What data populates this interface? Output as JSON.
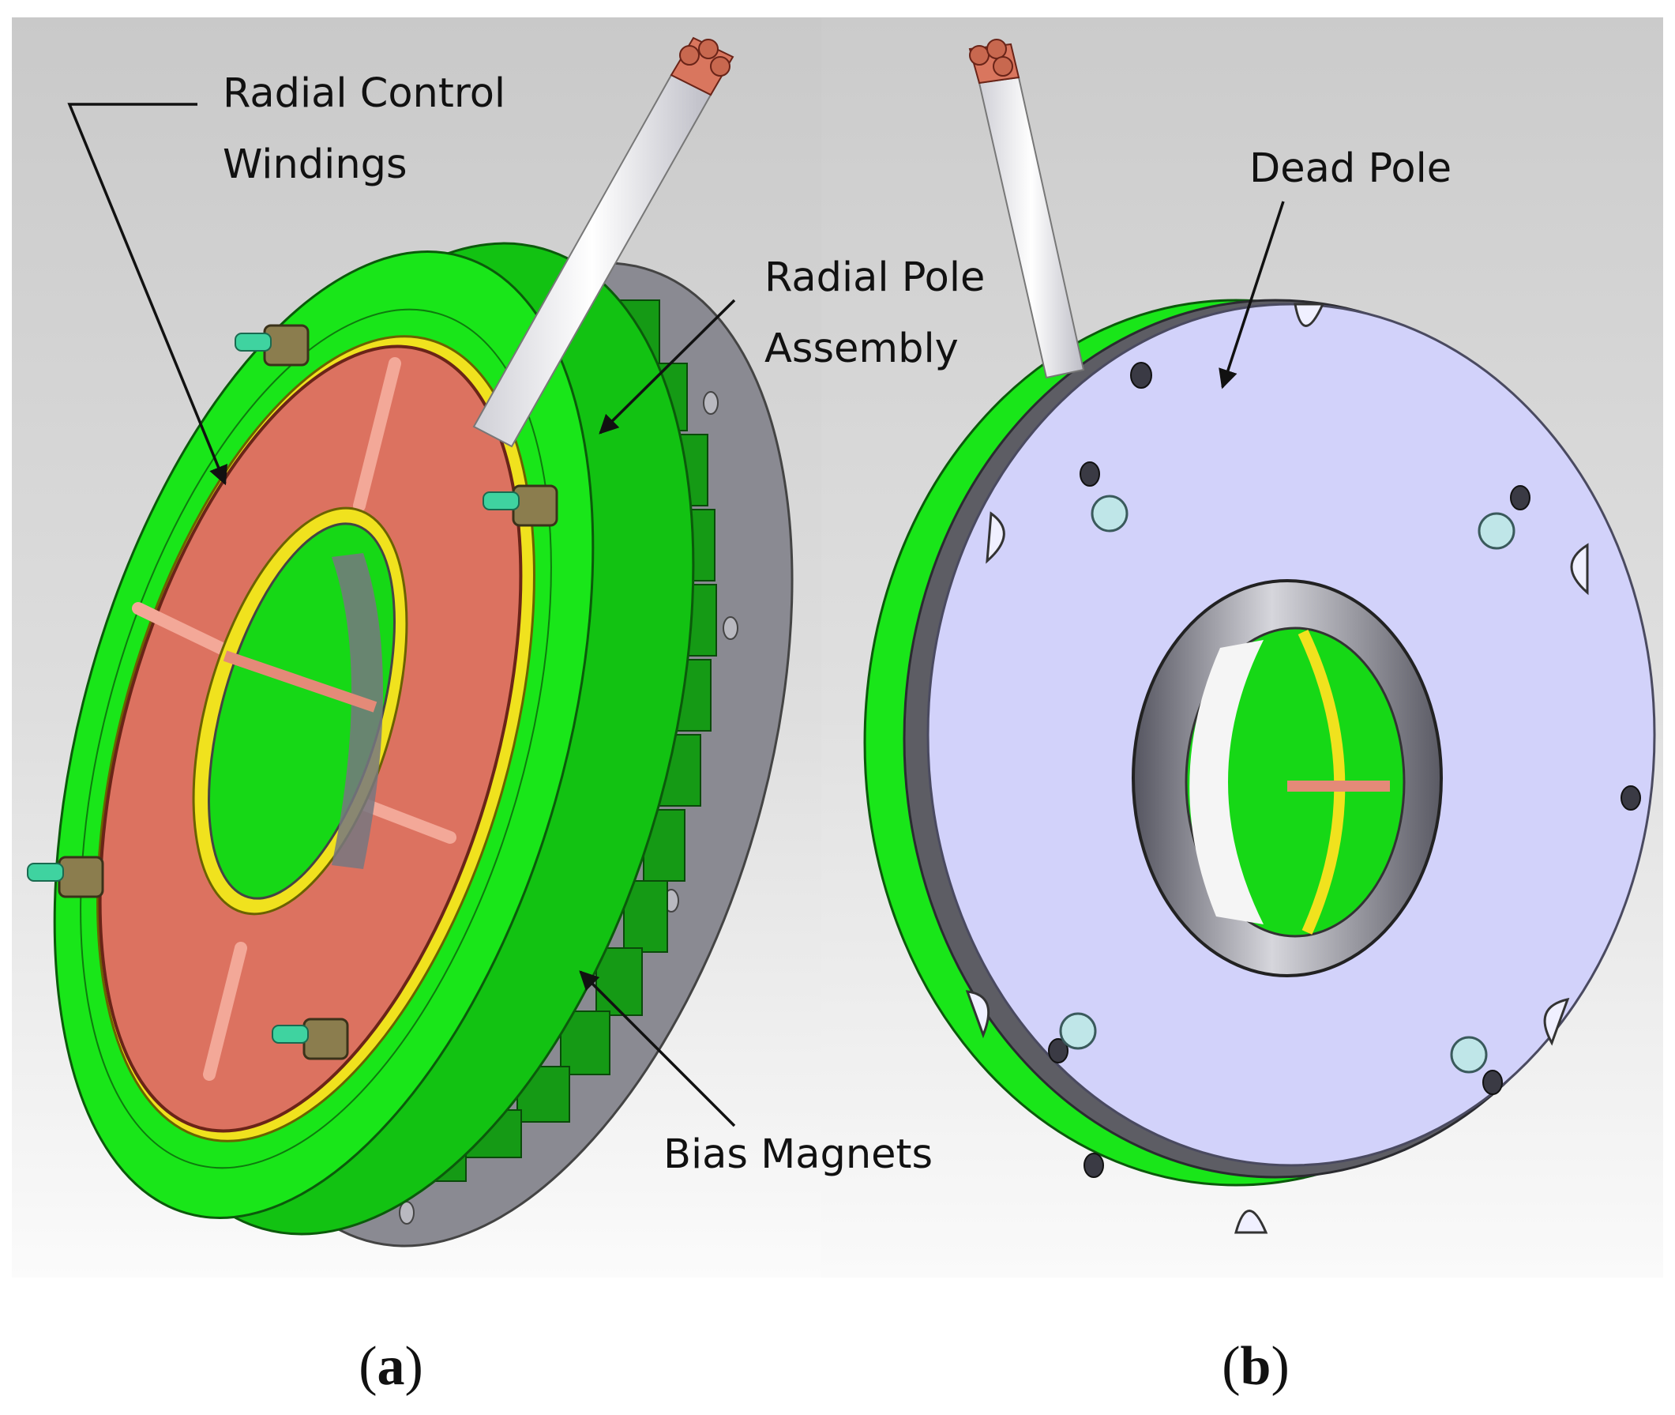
{
  "figure": {
    "panel_a": {
      "callouts": {
        "radial_control_windings": [
          "Radial Control",
          "Windings"
        ],
        "radial_pole_assembly": [
          "Radial Pole",
          "Assembly"
        ],
        "bias_magnets": "Bias Magnets"
      },
      "caption_letter": "a"
    },
    "panel_b": {
      "callouts": {
        "dead_pole": "Dead Pole"
      },
      "caption_letter": "b"
    },
    "caption_open": "(",
    "caption_close": ")"
  },
  "colors": {
    "green": "#19e619",
    "copper": "#dc7260",
    "yellow": "#f0e21e",
    "gray": "#8c8c94",
    "lavender": "#d2d2fa",
    "cable_white": "#f4f4f8"
  }
}
